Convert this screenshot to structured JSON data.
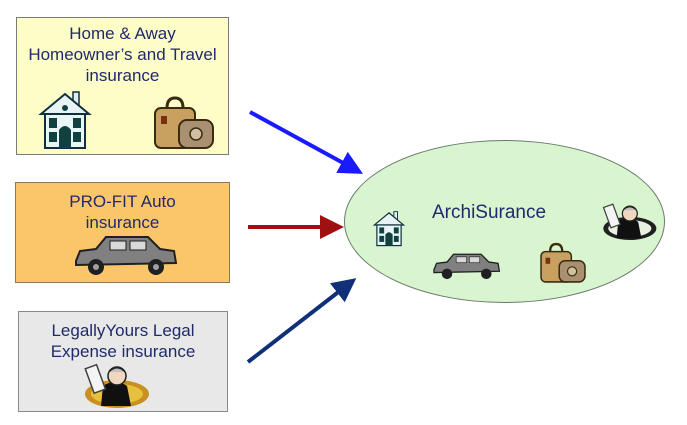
{
  "products": [
    {
      "title_lines": [
        "Home & Away",
        "Homeowner’s and Travel",
        "insurance"
      ]
    },
    {
      "title_lines": [
        "PRO-FIT Auto",
        "insurance"
      ]
    },
    {
      "title_lines": [
        "LegallyYours Legal",
        "Expense insurance"
      ]
    }
  ],
  "company": {
    "name": "ArchiSurance"
  },
  "arrow_colors": {
    "home": "#1a1aff",
    "auto": "#a01010",
    "legal": "#10307a"
  },
  "icons": [
    "house-icon",
    "luggage-icon",
    "car-icon",
    "lawyer-icon"
  ]
}
